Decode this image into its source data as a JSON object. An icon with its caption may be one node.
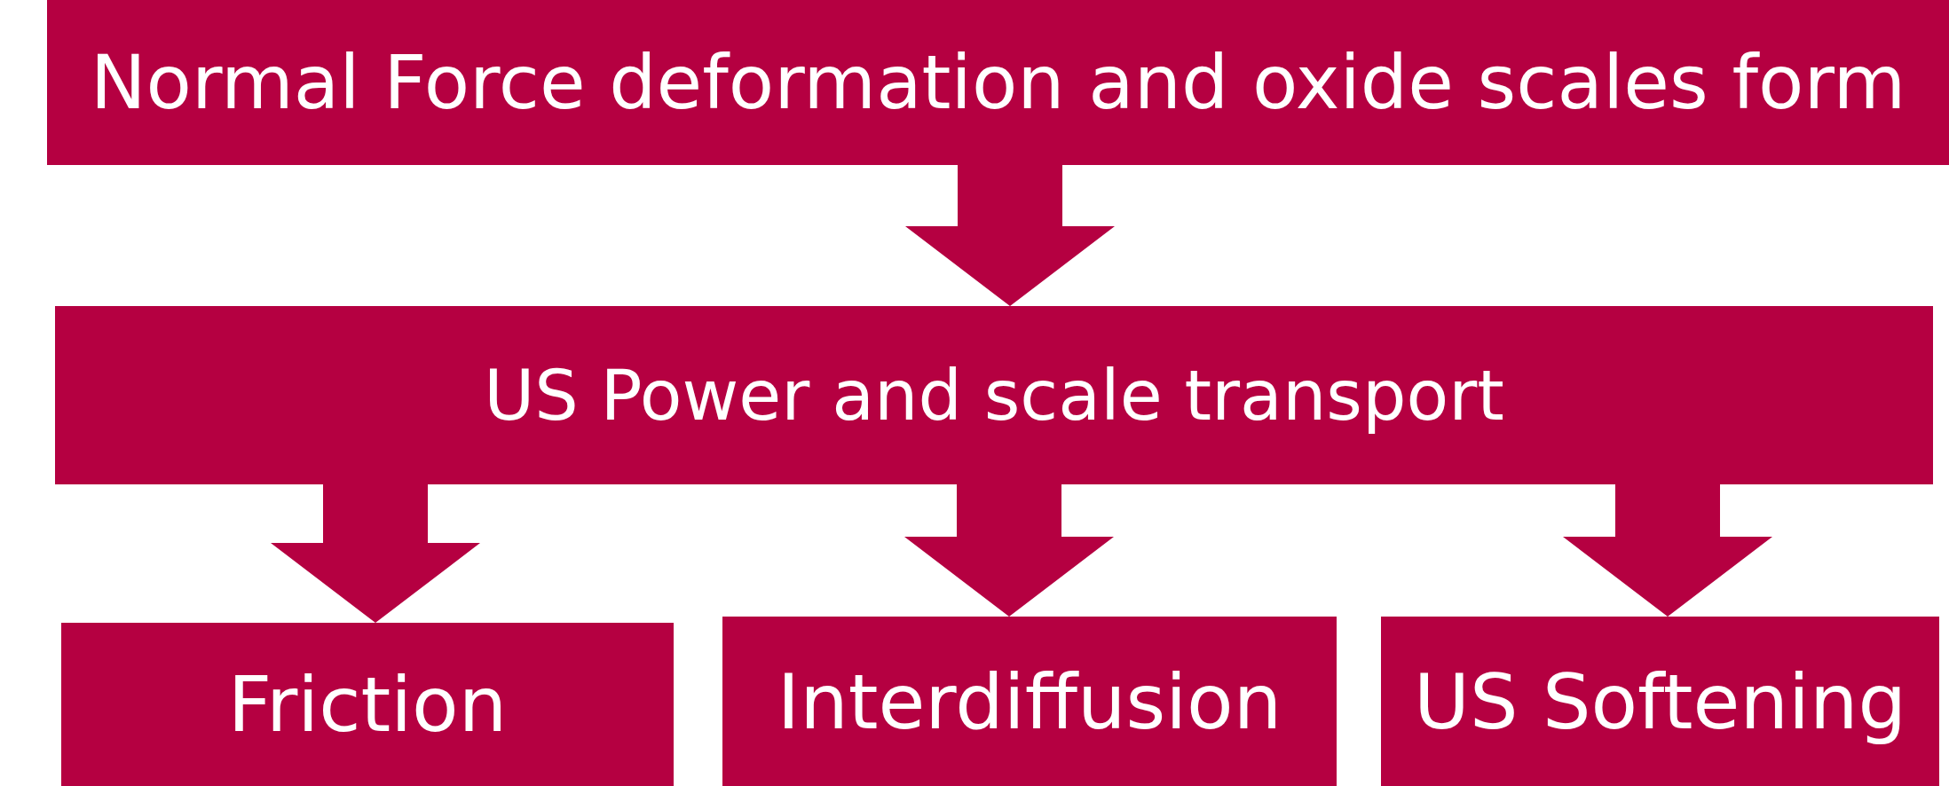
{
  "diagram": {
    "nodes": [
      {
        "text": [
          "Normal Force deformation and oxide scales form"
        ]
      },
      {
        "text": [
          "US Power and scale transport"
        ]
      },
      {
        "text": [
          "Friction"
        ]
      },
      {
        "text": [
          "Interdiffusion"
        ]
      },
      {
        "text": [
          "US Softening"
        ]
      }
    ],
    "edges": [
      {
        "from": 0,
        "to": 1,
        "arrow": "to"
      },
      {
        "from": 1,
        "to": 2,
        "arrow": "to"
      },
      {
        "from": 1,
        "to": 3,
        "arrow": "to"
      },
      {
        "from": 1,
        "to": 4,
        "arrow": "to"
      }
    ]
  }
}
